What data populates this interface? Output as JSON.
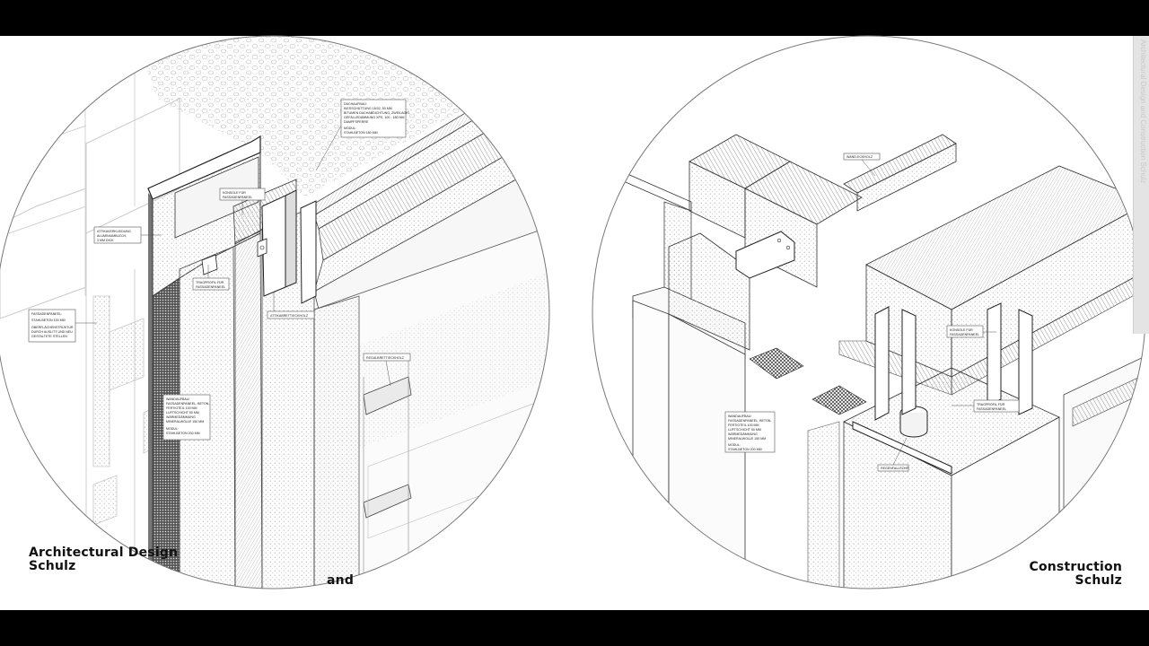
{
  "captions": {
    "left_line1": "Architectural Design",
    "left_line2": "Schulz",
    "middle": "and",
    "right_line1": "Construction",
    "right_line2": "Schulz"
  },
  "left_detail": {
    "labels": {
      "roof": [
        "DACHAUFBAU:",
        "KIESSCHÜTTUNG 16/32, 50 MM",
        "BITUMEN DACHABDICHTUNG, ZWEILAGIG",
        "GEFÄLLEDÄMMUNG XPS, 100 - 180 MM",
        "DAMPFSPERRE",
        "MODUL:",
        "STAHLBETON 180 MM"
      ],
      "console": [
        "KONSOLE FÜR",
        "FASSADENPANEEL"
      ],
      "attika_cover": [
        "ATTIKAVERKLEIDUNG",
        "ALUMINIUMBLECH,",
        "3 MM DICK"
      ],
      "support": [
        "TRAGPROFIL FÜR",
        "FASSADENPANEEL"
      ],
      "attika_wood": [
        "ATTIKABRETT/ECKHOLZ"
      ],
      "facade_panel": [
        "FASSADENPANEEL:",
        "STAHLBETON 100 MM",
        "OBERFLÄCHENSTRUKTUR",
        "DURCH AUSLITT UND NEU",
        "GESTALTETE STELLEN"
      ],
      "shelf": [
        "REGALBRETT/ECKHOLZ"
      ],
      "wall": [
        "WANDAUFBAU:",
        "FASSADENPANEEL, BETON-",
        "FERTIGTEIL 100 MM",
        "LUFTSCHICHT 50 MM",
        "WÄRMEDÄMMUNG",
        "MINERALWOLLE 150 MM",
        "MODUL:",
        "STAHLBETON 200 MM"
      ]
    }
  },
  "right_detail": {
    "labels": {
      "wood": [
        "WAND-ECKHOLZ"
      ],
      "console": [
        "KONSOLE FÜR",
        "FASSADENPANEEL"
      ],
      "support": [
        "TRAGPROFIL FÜR",
        "FASSADENPANEEL"
      ],
      "wall": [
        "WANDAUFBAU:",
        "FASSADENPANEEL, BETON-",
        "FERTIGTEIL 100 MM",
        "LUFTSCHICHT 50 MM",
        "WÄRMEDÄMMUNG",
        "MINERALWOLLE 150 MM",
        "MODUL:",
        "STAHLBETON 200 MM"
      ],
      "pipe": [
        "REGENFALLROHR"
      ]
    }
  },
  "sidebar": {
    "text": "Architectural Design and Construction Schulz"
  }
}
